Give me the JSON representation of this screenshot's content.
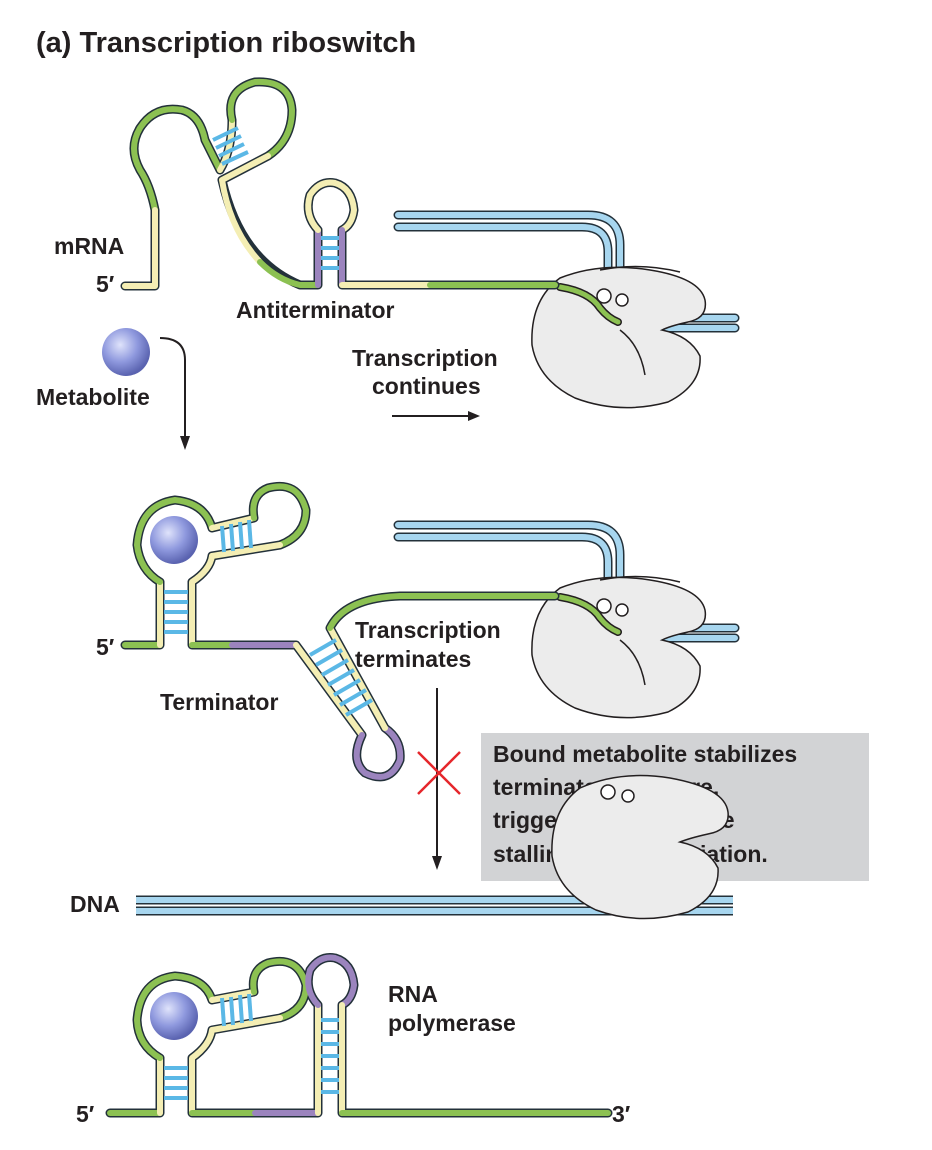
{
  "title": "(a)  Transcription riboswitch",
  "labels": {
    "mrna": "mRNA",
    "five_prime_1": "5′",
    "antiterminator": "Antiterminator",
    "metabolite": "Metabolite",
    "transcription_continues_1": "Transcription",
    "transcription_continues_2": "continues",
    "five_prime_2": "5′",
    "terminator": "Terminator",
    "transcription_terminates_1": "Transcription",
    "transcription_terminates_2": "terminates",
    "dna": "DNA",
    "rna_polymerase_1": "RNA",
    "rna_polymerase_2": "polymerase",
    "five_prime_3": "5′",
    "three_prime": "3′"
  },
  "note": {
    "line1": "Bound metabolite stabilizes",
    "line2": "terminator structure,",
    "line3": "triggering polymerase",
    "line4": "stalling and dissociation."
  },
  "colors": {
    "rna_green": "#8cc152",
    "rna_yellow": "#f4eeb4",
    "rna_purple": "#9b84be",
    "base_pair_blue": "#5bb8e6",
    "dna_blue": "#a7d6ef",
    "metabolite": "#8d97dc",
    "polymerase": "#eeeeee",
    "note_box": "#d2d3d5",
    "block_x": "#e5262b"
  }
}
